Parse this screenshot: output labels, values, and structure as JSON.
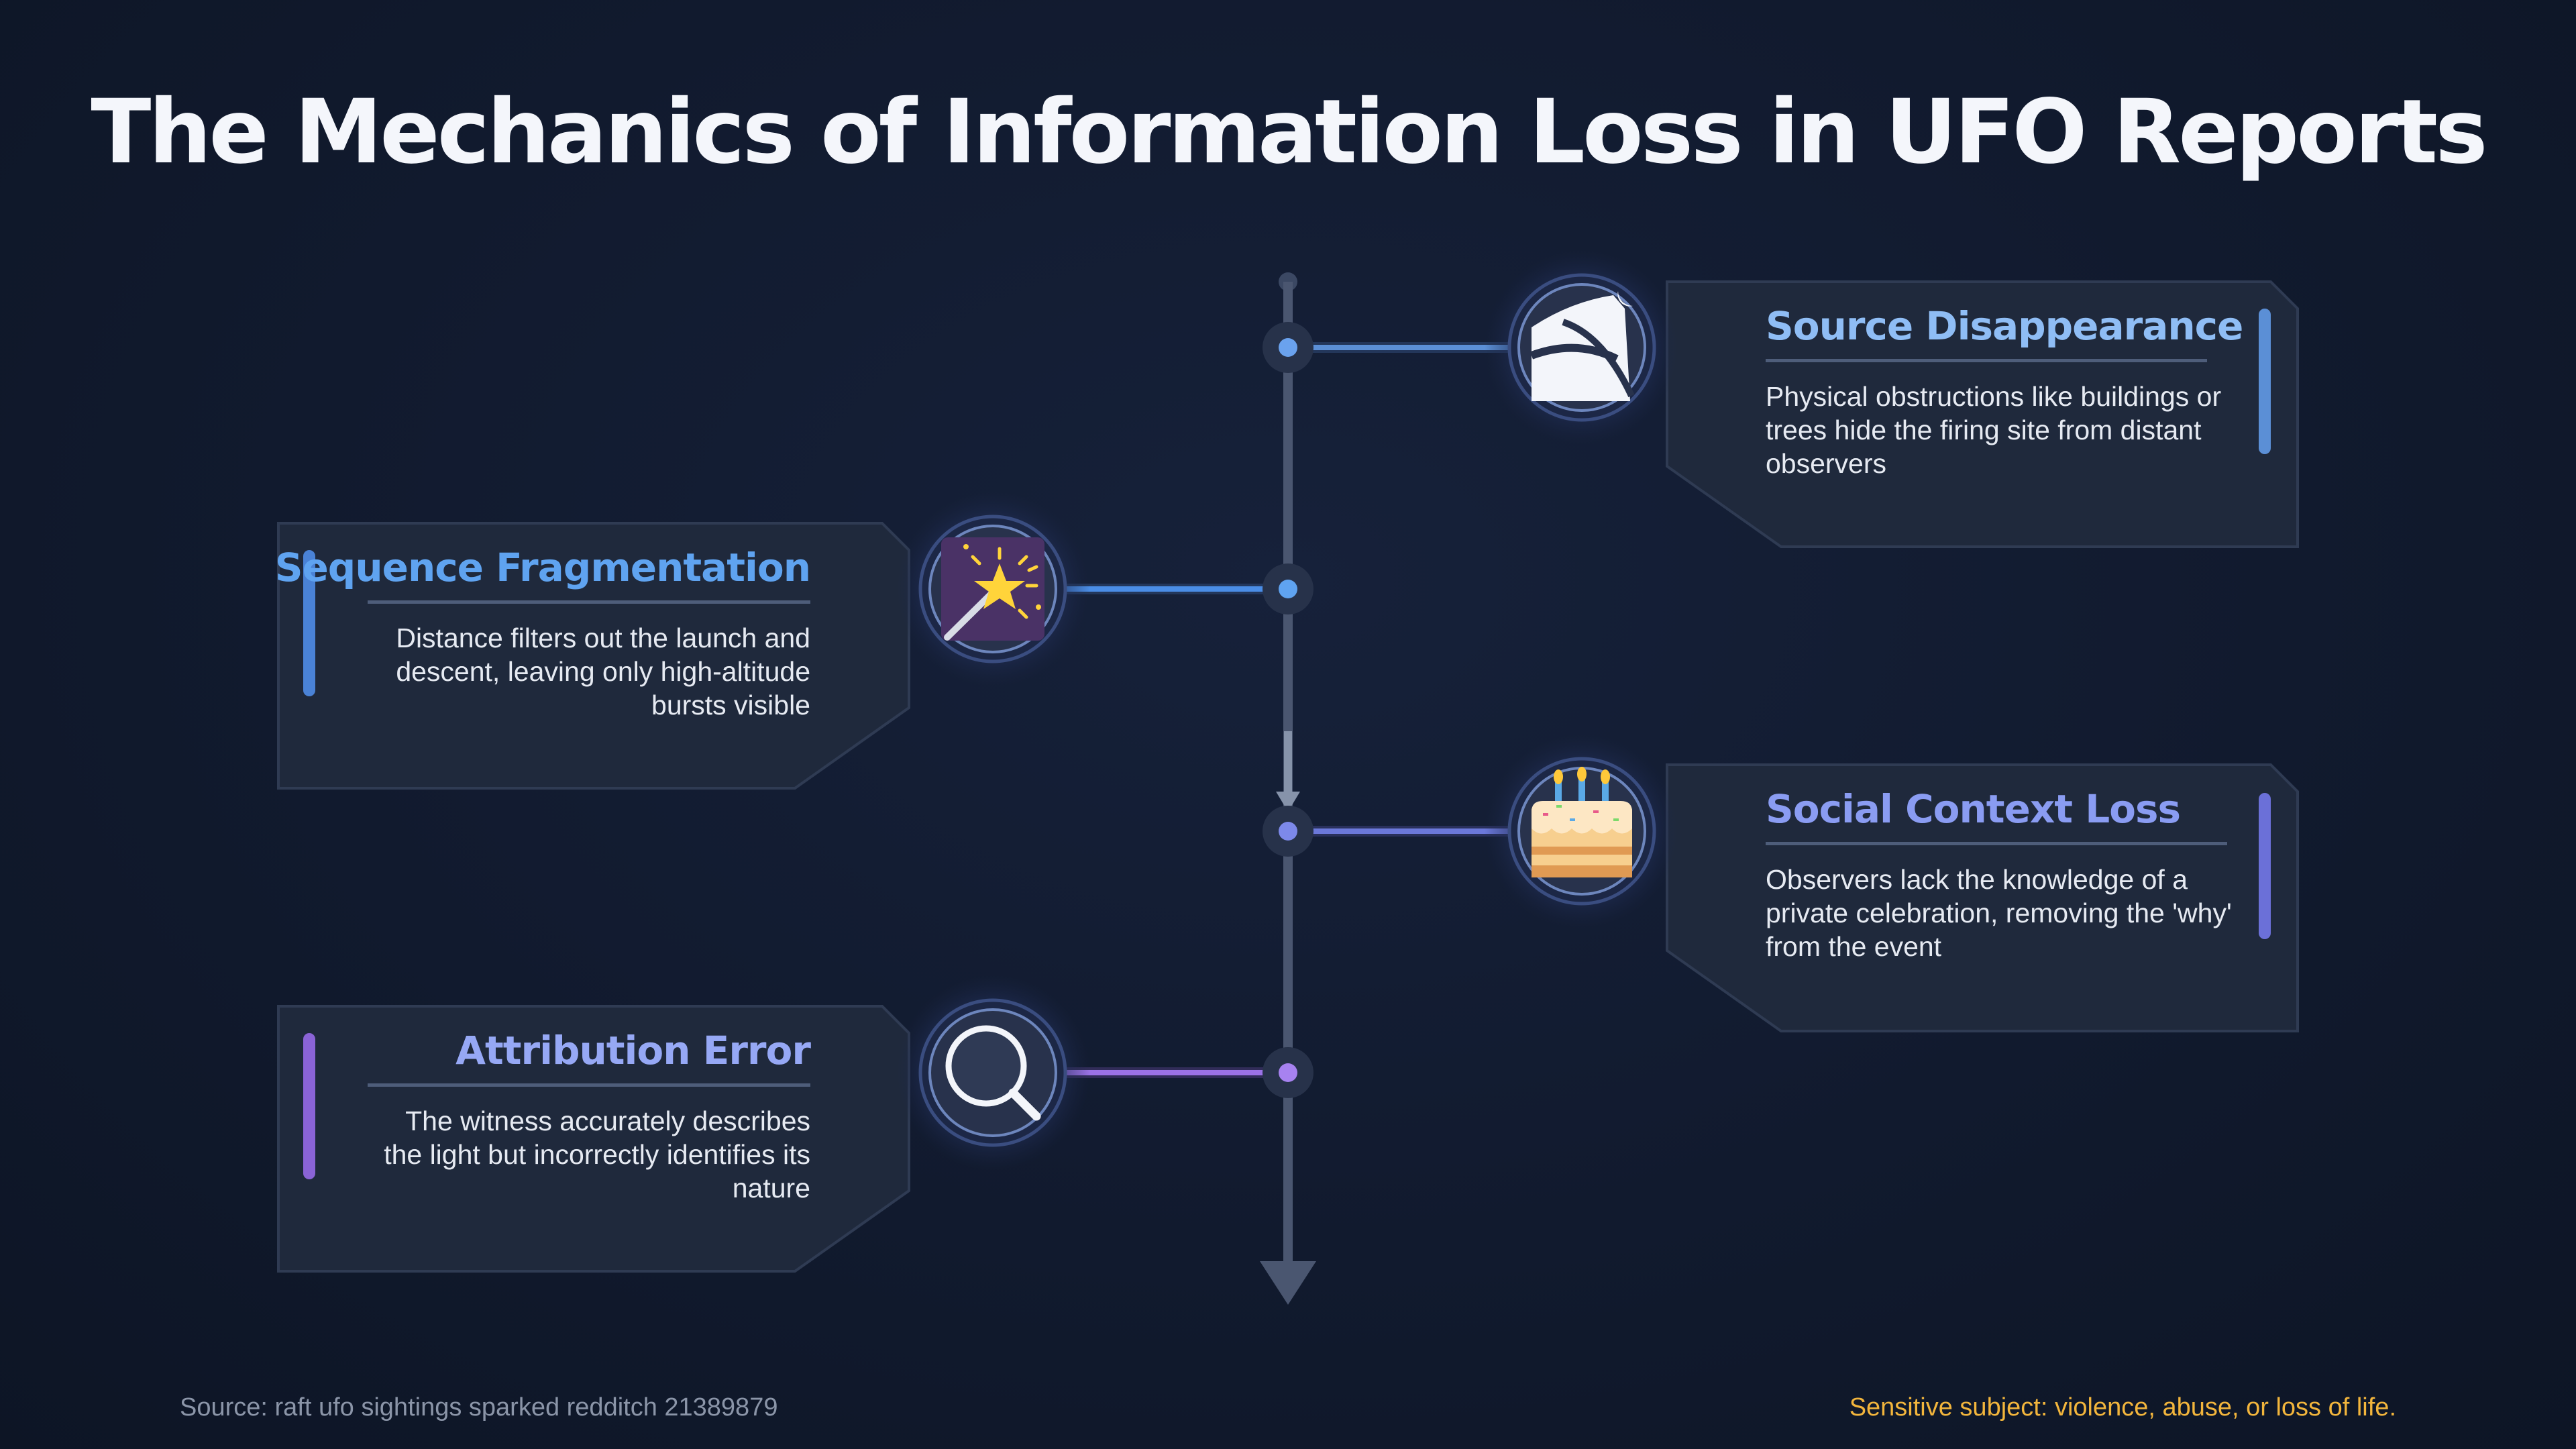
{
  "title": "The Mechanics of Information Loss in UFO Reports",
  "nodes": [
    {
      "title": "Source Disappearance",
      "description": "Physical obstructions like buildings or trees hide the firing site from distant observers",
      "icon": "landscape-horizon-icon",
      "accent": "#8fbdf5",
      "line_color": "#5b8fd6"
    },
    {
      "title": "Sequence Fragmentation",
      "description": "Distance filters out the launch and descent, leaving only high-altitude bursts visible",
      "icon": "sparkler-firework-icon",
      "accent": "#5fa3f0",
      "line_color": "#4a8de6"
    },
    {
      "title": "Social Context Loss",
      "description": "Observers lack the knowledge of a private celebration, removing the 'why' from the event",
      "icon": "birthday-cake-icon",
      "accent": "#8a9cf2",
      "line_color": "#6b78da"
    },
    {
      "title": "Attribution Error",
      "description": "The witness accurately describes the light but incorrectly identifies its nature",
      "icon": "magnifying-glass-icon",
      "accent": "#96a8f5",
      "line_color": "#9b72e6"
    }
  ],
  "footer": {
    "source": "Source: raft ufo sightings sparked redditch 21389879",
    "warning": "Sensitive subject: violence, abuse, or loss of life."
  }
}
